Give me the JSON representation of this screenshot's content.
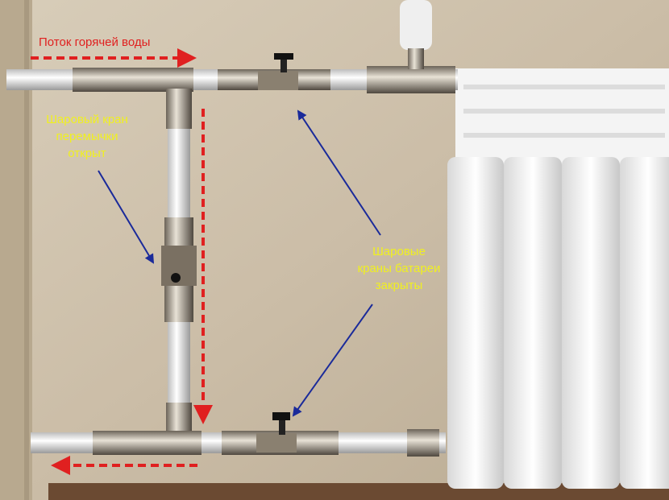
{
  "annotations": {
    "hot_water_flow": "Поток горячей воды",
    "bypass_valve": [
      "Шаровый кран",
      "перемычки",
      "открыт"
    ],
    "radiator_valves": [
      "Шаровые",
      "краны батареи",
      "закрыты"
    ]
  },
  "colors": {
    "flow_arrow": "#e02020",
    "pointer_arrow": "#1a2a9a",
    "label_text": "#f0f020",
    "flow_text": "#e02020"
  }
}
